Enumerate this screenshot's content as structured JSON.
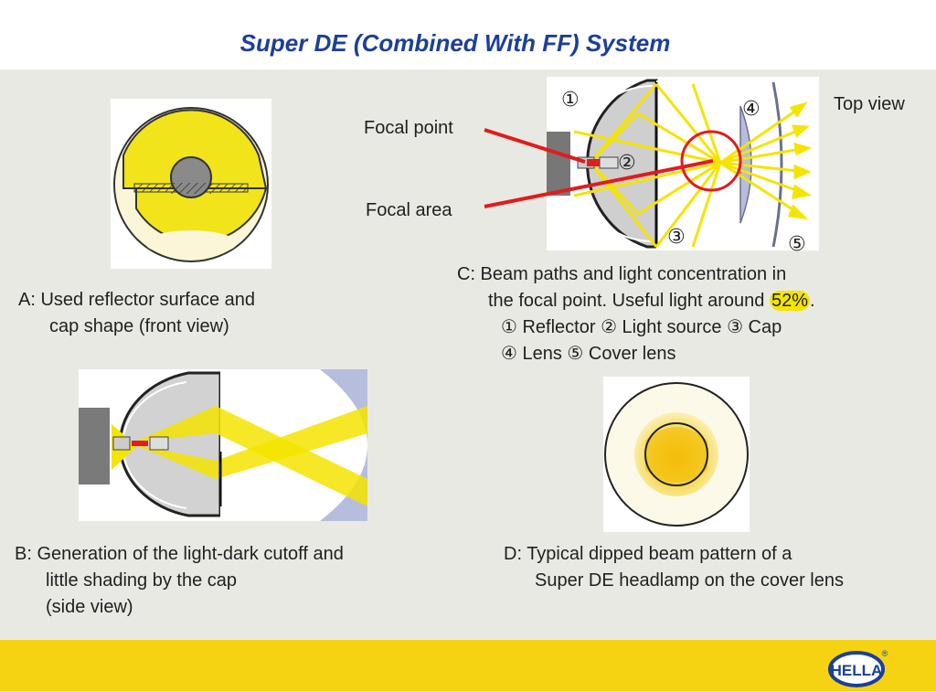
{
  "title": "Super DE (Combined With FF) System",
  "panel_a": {
    "caption_line1": "A: Used reflector surface and",
    "caption_line2": "cap shape (front view)"
  },
  "panel_b": {
    "caption_line1": "B: Generation of the light-dark cutoff and",
    "caption_line2": "little shading by the cap",
    "caption_line3": "(side view)"
  },
  "panel_c": {
    "focal_point_label": "Focal point",
    "focal_area_label": "Focal area",
    "top_view_label": "Top view",
    "markers": [
      "①",
      "②",
      "③",
      "④",
      "⑤"
    ],
    "caption_line1": "C: Beam paths and light concentration in",
    "caption_line2_pre": "the focal point. Useful light around ",
    "caption_line2_hl": "52%",
    "caption_line2_post": ".",
    "caption_line3": "① Reflector ② Light source ③ Cap",
    "caption_line4": "④ Lens ⑤ Cover lens"
  },
  "panel_d": {
    "caption_line1": "D:  Typical dipped beam pattern of a",
    "caption_line2": "Super DE headlamp on the cover lens"
  },
  "logo_text": "HELLA",
  "logo_registered": "®",
  "colors": {
    "title": "#1c3f99",
    "beam_yellow": "#f5e400",
    "arrow_red": "#e11c1c",
    "footer_yellow": "#f6d312",
    "logo_blue": "#1c3f99"
  }
}
